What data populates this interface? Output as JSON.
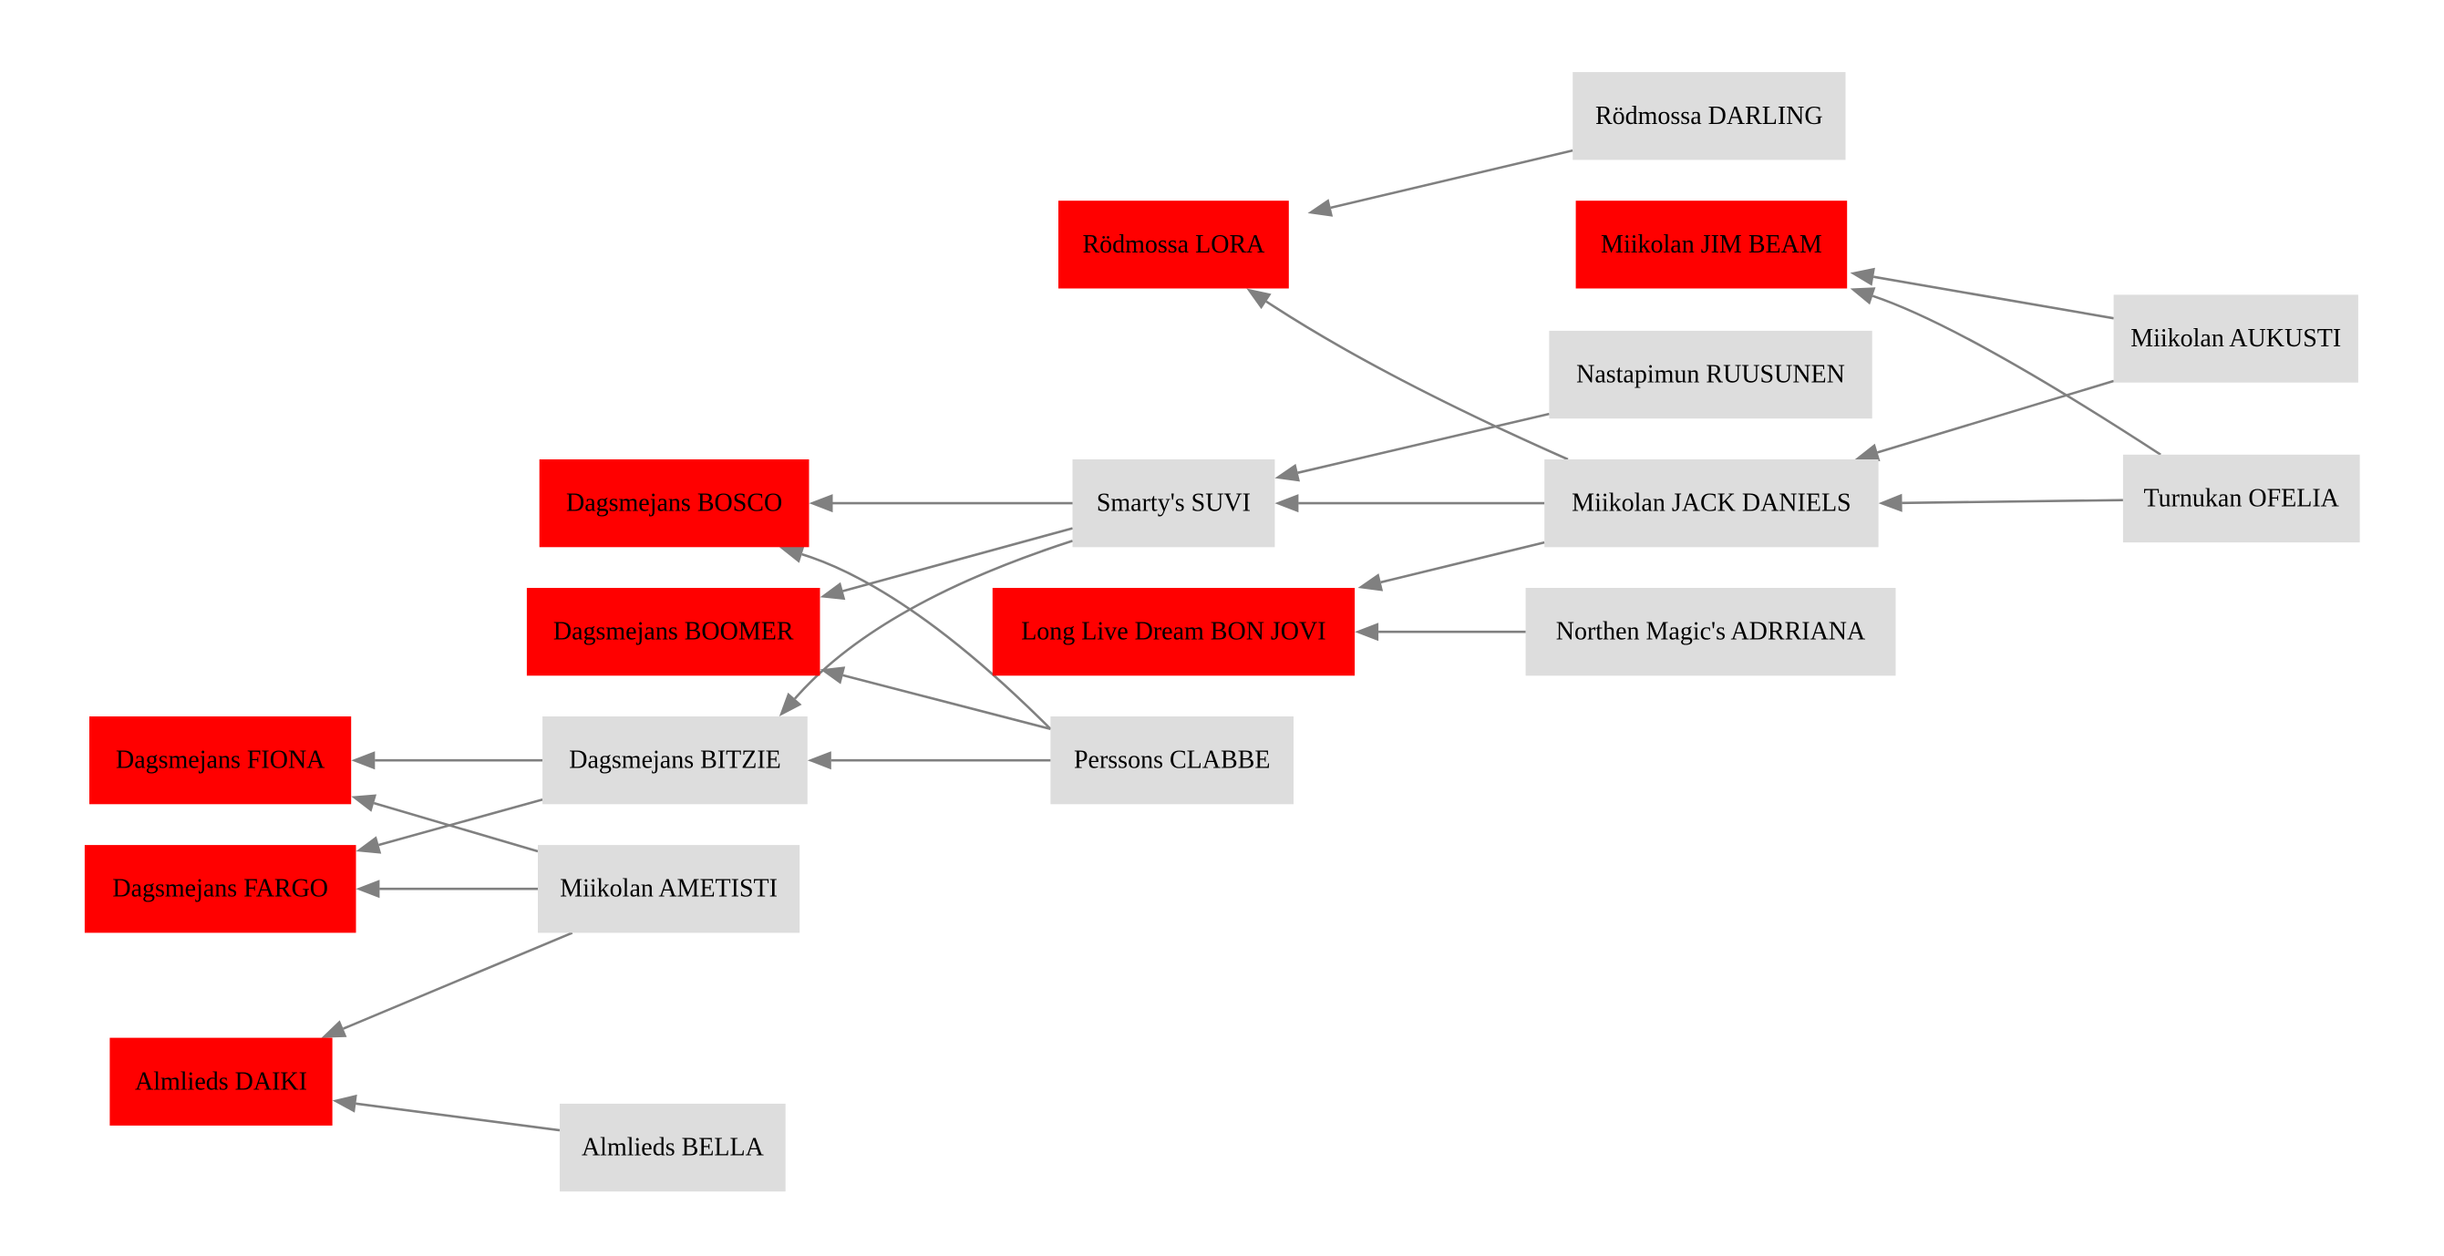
{
  "colors": {
    "highlight_fill": "#ff0000",
    "default_fill": "#dddddd",
    "edge": "#808080",
    "label": "#000000",
    "background": "#ffffff"
  },
  "nodes": [
    {
      "id": "rodmossa-darling",
      "label": "Rödmossa DARLING",
      "highlight": false
    },
    {
      "id": "rodmossa-lora",
      "label": "Rödmossa LORA",
      "highlight": true
    },
    {
      "id": "miikolan-jim-beam",
      "label": "Miikolan JIM BEAM",
      "highlight": true
    },
    {
      "id": "miikolan-aukusti",
      "label": "Miikolan AUKUSTI",
      "highlight": false
    },
    {
      "id": "nastapimun-ruusunen",
      "label": "Nastapimun RUUSUNEN",
      "highlight": false
    },
    {
      "id": "dagsmejans-bosco",
      "label": "Dagsmejans BOSCO",
      "highlight": true
    },
    {
      "id": "smartys-suvi",
      "label": "Smarty's SUVI",
      "highlight": false
    },
    {
      "id": "miikolan-jack-daniels",
      "label": "Miikolan JACK DANIELS",
      "highlight": false
    },
    {
      "id": "turnukan-ofelia",
      "label": "Turnukan OFELIA",
      "highlight": false
    },
    {
      "id": "dagsmejans-boomer",
      "label": "Dagsmejans BOOMER",
      "highlight": true
    },
    {
      "id": "long-live-dream-bon-jovi",
      "label": "Long Live Dream BON JOVI",
      "highlight": true
    },
    {
      "id": "northen-magics-adrriana",
      "label": "Northen Magic's ADRRIANA",
      "highlight": false
    },
    {
      "id": "dagsmejans-fiona",
      "label": "Dagsmejans FIONA",
      "highlight": true
    },
    {
      "id": "dagsmejans-bitzie",
      "label": "Dagsmejans BITZIE",
      "highlight": false
    },
    {
      "id": "perssons-clabbe",
      "label": "Perssons CLABBE",
      "highlight": false
    },
    {
      "id": "dagsmejans-fargo",
      "label": "Dagsmejans FARGO",
      "highlight": true
    },
    {
      "id": "miikolan-ametisti",
      "label": "Miikolan AMETISTI",
      "highlight": false
    },
    {
      "id": "almlieds-daiki",
      "label": "Almlieds DAIKI",
      "highlight": true
    },
    {
      "id": "almlieds-bella",
      "label": "Almlieds BELLA",
      "highlight": false
    }
  ],
  "edges": [
    {
      "from": "rodmossa-darling",
      "to": "rodmossa-lora"
    },
    {
      "from": "miikolan-aukusti",
      "to": "miikolan-jim-beam"
    },
    {
      "from": "turnukan-ofelia",
      "to": "miikolan-jim-beam"
    },
    {
      "from": "miikolan-aukusti",
      "to": "miikolan-jack-daniels"
    },
    {
      "from": "turnukan-ofelia",
      "to": "miikolan-jack-daniels"
    },
    {
      "from": "miikolan-jack-daniels",
      "to": "rodmossa-lora"
    },
    {
      "from": "nastapimun-ruusunen",
      "to": "smartys-suvi"
    },
    {
      "from": "miikolan-jack-daniels",
      "to": "smartys-suvi"
    },
    {
      "from": "miikolan-jack-daniels",
      "to": "long-live-dream-bon-jovi"
    },
    {
      "from": "northen-magics-adrriana",
      "to": "long-live-dream-bon-jovi"
    },
    {
      "from": "smartys-suvi",
      "to": "dagsmejans-bosco"
    },
    {
      "from": "smartys-suvi",
      "to": "dagsmejans-boomer"
    },
    {
      "from": "smartys-suvi",
      "to": "dagsmejans-bitzie"
    },
    {
      "from": "perssons-clabbe",
      "to": "dagsmejans-bosco"
    },
    {
      "from": "perssons-clabbe",
      "to": "dagsmejans-boomer"
    },
    {
      "from": "perssons-clabbe",
      "to": "dagsmejans-bitzie"
    },
    {
      "from": "dagsmejans-bitzie",
      "to": "dagsmejans-fiona"
    },
    {
      "from": "dagsmejans-bitzie",
      "to": "dagsmejans-fargo"
    },
    {
      "from": "miikolan-ametisti",
      "to": "dagsmejans-fiona"
    },
    {
      "from": "miikolan-ametisti",
      "to": "dagsmejans-fargo"
    },
    {
      "from": "miikolan-ametisti",
      "to": "almlieds-daiki"
    },
    {
      "from": "almlieds-bella",
      "to": "almlieds-daiki"
    }
  ]
}
